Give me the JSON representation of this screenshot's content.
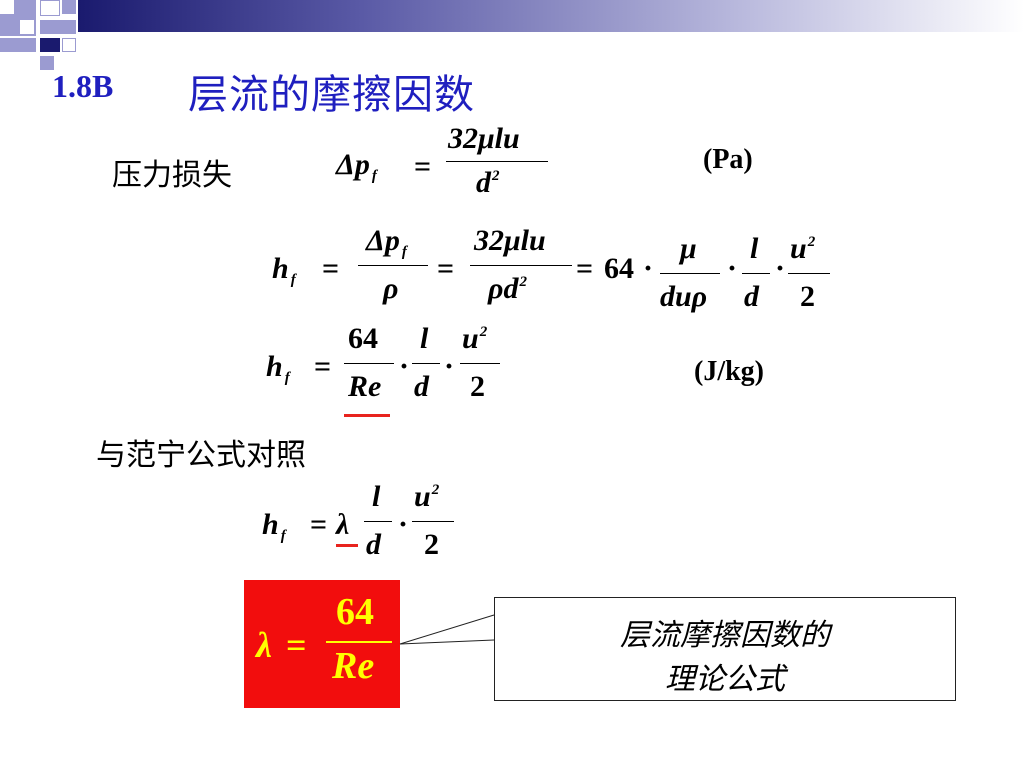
{
  "title": {
    "number": "1.8B",
    "text": "层流的摩擦因数"
  },
  "labels": {
    "pressure_loss": "压力损失",
    "compare": "与范宁公式对照"
  },
  "units": {
    "pa": "(Pa)",
    "jkg": "(J/kg)"
  },
  "eq1": {
    "lhs_delta": "Δ",
    "lhs_p": "p",
    "lhs_sub": "f",
    "eq": "=",
    "num": "32μlu",
    "den": "d",
    "den_sup": "2"
  },
  "eq2": {
    "lhs_h": "h",
    "lhs_sub": "f",
    "eq": "=",
    "frac1_num_delta": "Δ",
    "frac1_num_p": "p",
    "frac1_num_sub": "f",
    "frac1_den": "ρ",
    "frac2_num": "32μlu",
    "frac2_den": "ρd",
    "frac2_den_sup": "2",
    "const": "64",
    "dot": "·",
    "frac3_num": "μ",
    "frac3_den": "duρ",
    "frac4_num": "l",
    "frac4_den": "d",
    "frac5_num": "u",
    "frac5_num_sup": "2",
    "frac5_den": "2"
  },
  "eq3": {
    "lhs_h": "h",
    "lhs_sub": "f",
    "eq": "=",
    "dot": "·",
    "frac1_num": "64",
    "frac1_den": "Re",
    "frac2_num": "l",
    "frac2_den": "d",
    "frac3_num": "u",
    "frac3_num_sup": "2",
    "frac3_den": "2"
  },
  "eq4": {
    "lhs_h": "h",
    "lhs_sub": "f",
    "eq": "=",
    "lambda": "λ",
    "dot": "·",
    "frac1_num": "l",
    "frac1_den": "d",
    "frac2_num": "u",
    "frac2_num_sup": "2",
    "frac2_den": "2"
  },
  "result": {
    "lambda": "λ",
    "eq": "=",
    "num": "64",
    "den": "Re"
  },
  "callout": {
    "line1": "层流摩擦因数的",
    "line2": "理论公式"
  },
  "colors": {
    "title": "#1f1fbf",
    "accent_red": "#f20d0d",
    "highlight_yellow": "#ffff00",
    "deco_navy": "#1a1a6e",
    "deco_lavender": "#9b9bd1"
  }
}
